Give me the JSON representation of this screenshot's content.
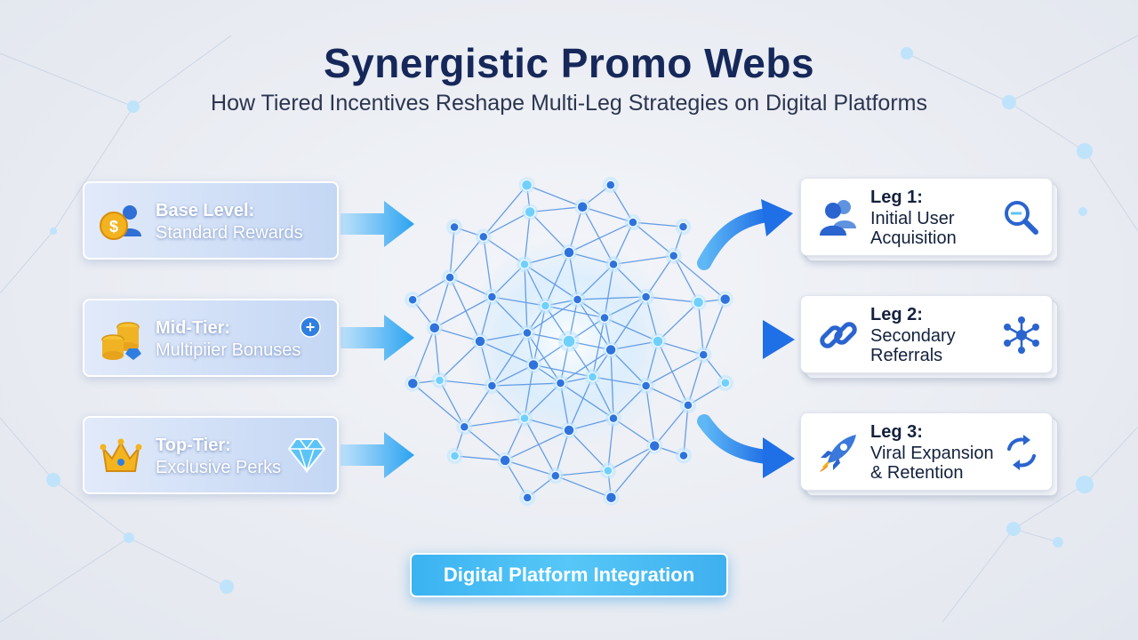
{
  "title": "Synergistic Promo Webs",
  "subtitle": "How Tiered Incentives Reshape Multi-Leg Strategies on Digital Platforms",
  "tiers": [
    {
      "heading": "Base Level:",
      "text": "Standard Rewards",
      "icon": "coin-user-icon"
    },
    {
      "heading": "Mid-Tier:",
      "text": "Multipiier Bonuses",
      "icon": "coin-stack-icon",
      "badge": "+"
    },
    {
      "heading": "Top-Tier:",
      "text": "Exclusive Perks",
      "icon": "crown-icon",
      "extra_icon": "diamond-icon"
    }
  ],
  "legs": [
    {
      "heading": "Leg 1:",
      "text_line1": "Initial User",
      "text_line2": "Acquisition",
      "icon": "users-icon",
      "side_icon": "magnifier-icon"
    },
    {
      "heading": "Leg 2:",
      "text_line1": "Secondary",
      "text_line2": "Referrals",
      "icon": "link-icon",
      "side_icon": "network-icon"
    },
    {
      "heading": "Leg 3:",
      "text_line1": "Viral Expansion",
      "text_line2": "& Retention",
      "icon": "rocket-icon",
      "side_icon": "refresh-icon"
    }
  ],
  "footer_label": "Digital Platform Integration",
  "colors": {
    "title": "#16285a",
    "accent": "#2f7fe0",
    "arrow": "#3aa6f2",
    "pill": "#4bbdf5"
  }
}
